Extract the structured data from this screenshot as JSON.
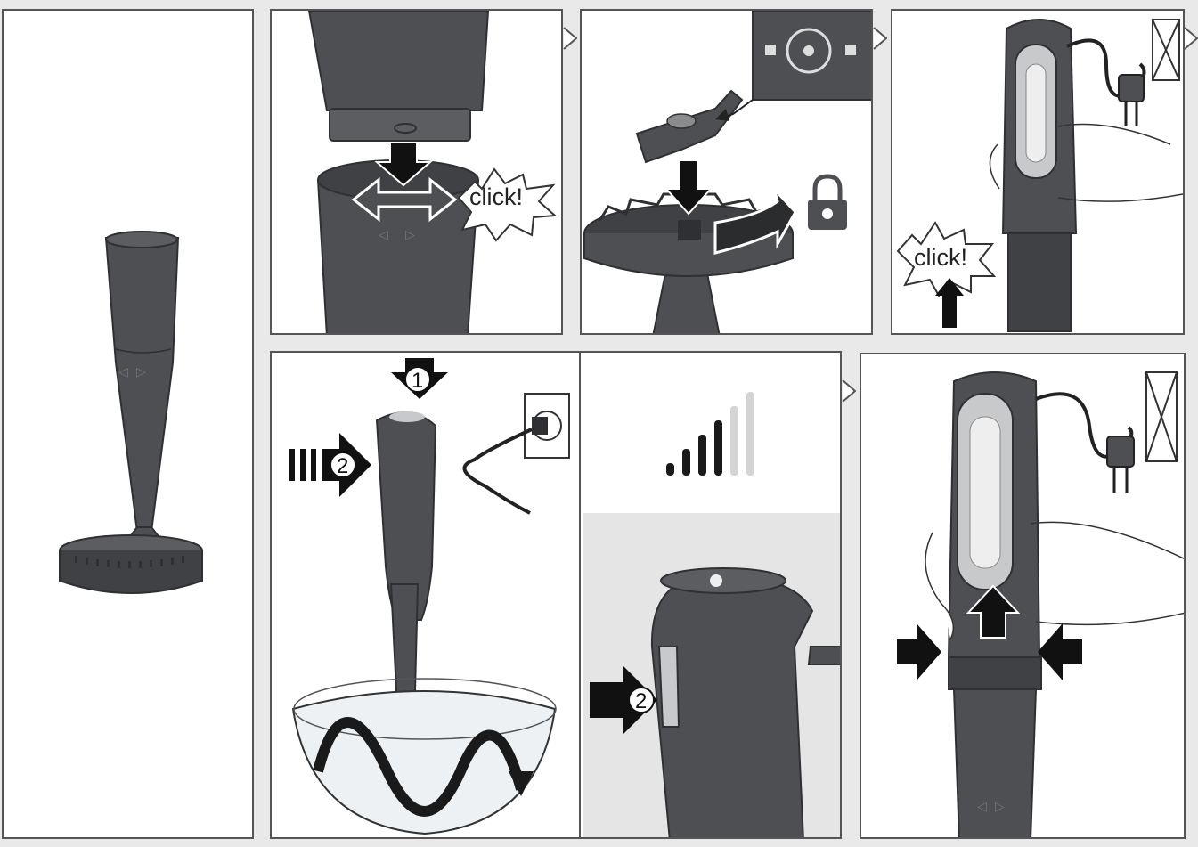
{
  "callouts": {
    "click_1": "click!",
    "click_2": "click!",
    "step_1": "1",
    "step_2a": "2",
    "step_2b": "2"
  },
  "marks": {
    "align_left": "◁",
    "align_right": "▷"
  },
  "colors": {
    "appliance": "#4d4f52",
    "appliance_dark": "#2f3033",
    "metal": "#c8c9cb",
    "arrow": "#1a1a1a",
    "background": "#e9e9e9",
    "panel_border": "#555555"
  },
  "icons": {
    "lock": "lock-icon",
    "no_dishwasher": "no-dishwasher-icon",
    "speed_levels": "speed-level-icon"
  },
  "speed_indicator": {
    "levels_total": 6,
    "levels_active": 4
  }
}
